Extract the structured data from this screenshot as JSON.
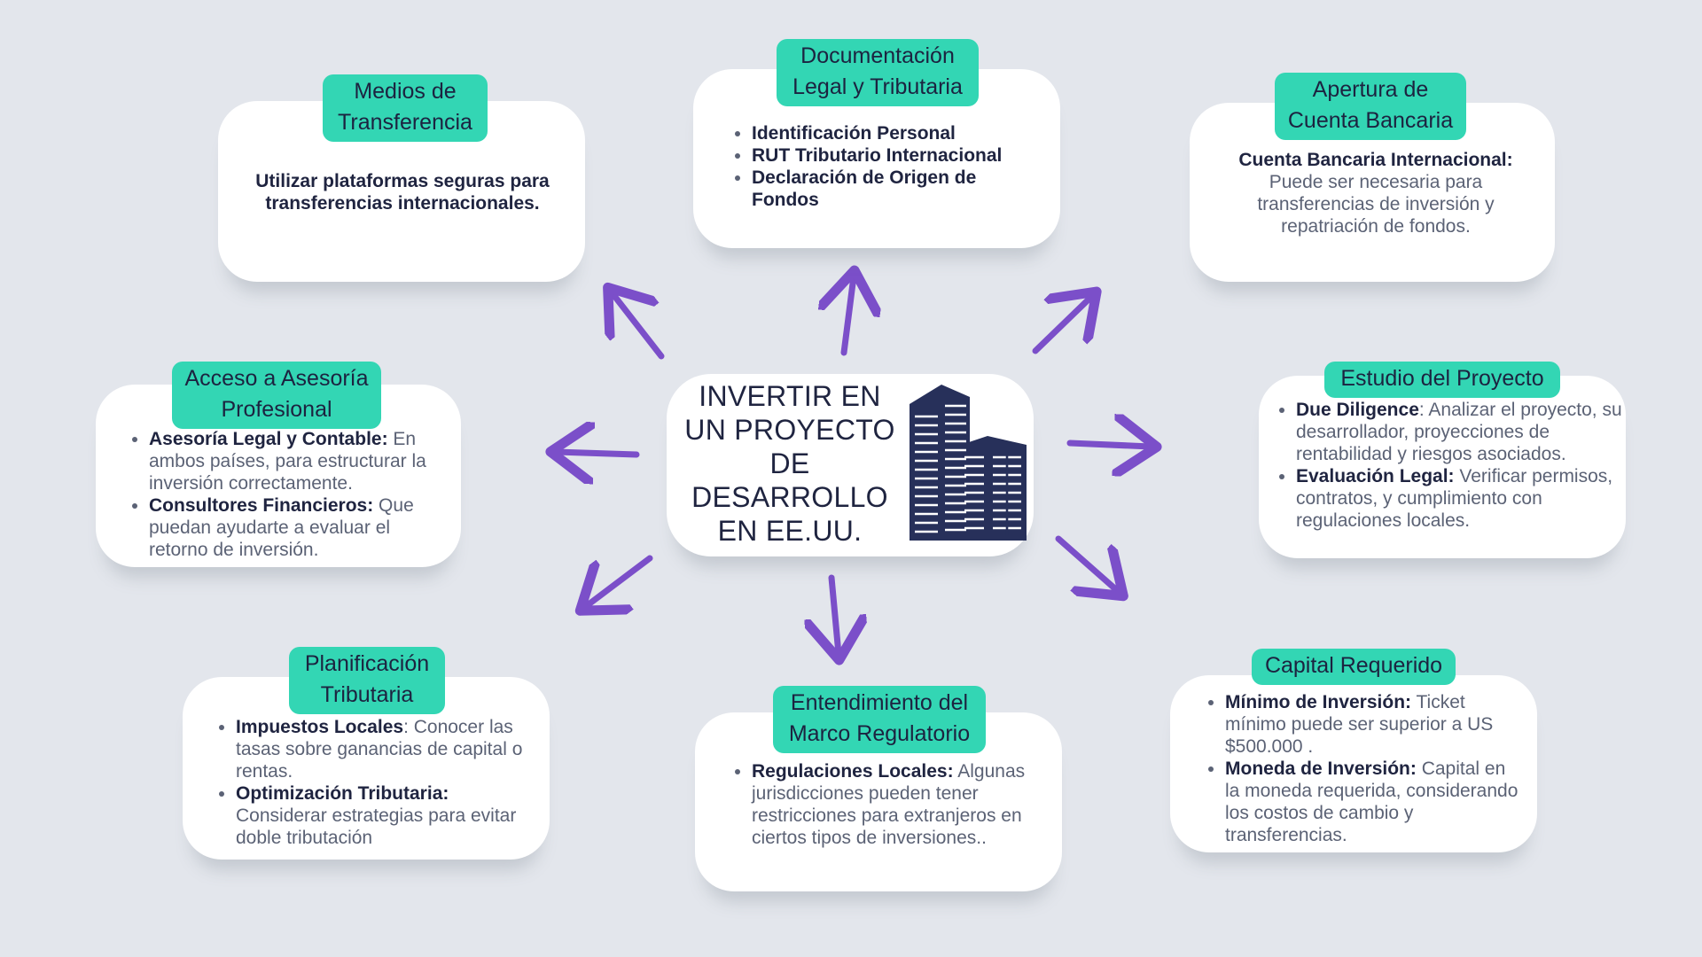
{
  "center": {
    "title_lines": [
      "INVERTIR EN",
      "UN PROYECTO",
      "DE",
      "DESARROLLO",
      "EN EE.UU."
    ],
    "icon": "buildings-icon"
  },
  "medios": {
    "tag": [
      "Medios de",
      "Transferencia"
    ],
    "text": [
      "Utilizar plataformas seguras para",
      "transferencias internacionales."
    ]
  },
  "documentacion": {
    "tag": [
      "Documentación",
      "Legal y Tributaria"
    ],
    "items": [
      "Identificación Personal",
      "RUT Tributario Internacional",
      "Declaración de Origen de Fondos"
    ]
  },
  "apertura": {
    "tag": [
      "Apertura de",
      "Cuenta Bancaria"
    ],
    "title": "Cuenta Bancaria Internacional:",
    "text": [
      "Puede ser necesaria para",
      "transferencias de inversión y",
      "repatriación de fondos."
    ]
  },
  "asesoria": {
    "tag": [
      "Acceso a Asesoría",
      "Profesional"
    ],
    "items": [
      {
        "bold": "Asesoría Legal y Contable:",
        "text": " En ambos países, para estructurar la inversión correctamente."
      },
      {
        "bold": "Consultores Financieros:",
        "text": " Que puedan ayudarte a evaluar el retorno de inversión."
      }
    ]
  },
  "estudio": {
    "tag": [
      "Estudio del Proyecto"
    ],
    "items": [
      {
        "bold": "Due Diligence",
        "text": ": Analizar el proyecto, su desarrollador, proyecciones de rentabilidad y riesgos asociados."
      },
      {
        "bold": "Evaluación Legal:",
        "text": " Verificar permisos, contratos, y cumplimiento con regulaciones locales."
      }
    ]
  },
  "planificacion": {
    "tag": [
      "Planificación",
      "Tributaria"
    ],
    "items": [
      {
        "bold": "Impuestos Locales",
        "text": ": Conocer las tasas sobre ganancias de capital o rentas."
      },
      {
        "bold": "Optimización Tributaria:",
        "text": " Considerar estrategias para evitar doble tributación"
      }
    ]
  },
  "entendimiento": {
    "tag": [
      "Entendimiento del",
      "Marco Regulatorio"
    ],
    "items": [
      {
        "bold": "Regulaciones Locales:",
        "text": " Algunas jurisdicciones pueden tener restricciones para extranjeros en ciertos tipos de inversiones.."
      }
    ]
  },
  "capital": {
    "tag": [
      "Capital Requerido"
    ],
    "items": [
      {
        "bold": "Mínimo de Inversión:",
        "text": " Ticket mínimo puede ser superior a US $500.000 ."
      },
      {
        "bold": "Moneda de Inversión:",
        "text": " Capital en la moneda requerida, considerando los costos de cambio y transferencias."
      }
    ]
  },
  "colors": {
    "background": "#e3e6ec",
    "tag": "#33d6b4",
    "arrow": "#7b4fc9",
    "text_dark": "#1f2440",
    "text_light": "#5b6275"
  }
}
